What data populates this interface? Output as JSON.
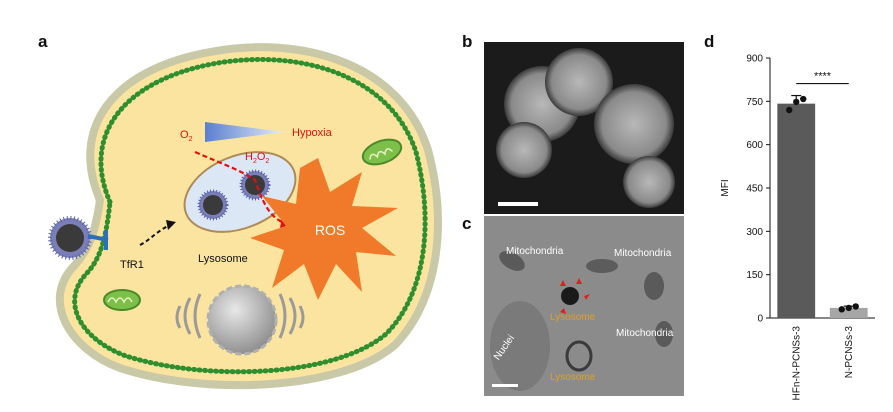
{
  "panels": {
    "a": "a",
    "b": "b",
    "c": "c",
    "d": "d"
  },
  "panel_a": {
    "o2": "O",
    "o2_sub": "2",
    "hypoxia": "Hypoxia",
    "h2o2_h": "H",
    "h2o2_sub1": "2",
    "h2o2_o": "O",
    "h2o2_sub2": "2",
    "ros": "ROS",
    "tfr1": "TfR1",
    "lysosome": "Lysosome",
    "colors": {
      "cytoplasm": "#fbe4a0",
      "membrane": "#2f8f2f",
      "ros": "#f07a2a",
      "o2": "#e01010"
    }
  },
  "panel_c": {
    "mito1": "Mitochondria",
    "mito2": "Mitochondria",
    "mito3": "Mitochondria",
    "lyso1": "Lysosome",
    "lyso2": "Lysosome",
    "nuclei": "Nuclei"
  },
  "chart_data": {
    "type": "bar",
    "categories": [
      "HFn-N-PCNSs-3",
      "N-PCNSs-3"
    ],
    "values": [
      742,
      35
    ],
    "errors": [
      28,
      6
    ],
    "points": [
      [
        720,
        748,
        758
      ],
      [
        30,
        35,
        40
      ]
    ],
    "ylabel": "MFI",
    "ylim": [
      0,
      900
    ],
    "yticks": [
      0,
      150,
      300,
      450,
      600,
      750,
      900
    ],
    "significance": "****",
    "bar_colors": [
      "#5a5a5a",
      "#a6a6a6"
    ]
  }
}
